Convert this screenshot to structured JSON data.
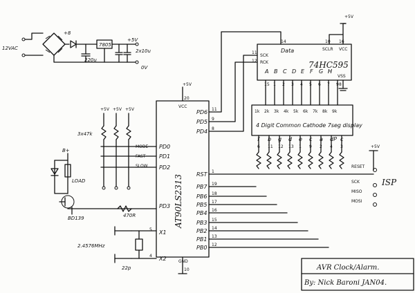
{
  "power": {
    "input": "12VAC",
    "plus": "+8",
    "reg": "7805",
    "out": "+5V",
    "cap1": "220u",
    "cap2": "2x10u",
    "gnd": "0V"
  },
  "shift": {
    "chip": "74HC595",
    "data": "Data",
    "sck": "SCK",
    "rck": "RCK",
    "pins": [
      "A",
      "B",
      "C",
      "D",
      "E",
      "F",
      "G",
      "H"
    ],
    "hbar": "H",
    "vss": "VSS",
    "vcc": "VCC",
    "sclr": "SCLR",
    "vplus": "+5V",
    "pin14": "14",
    "pin11": "11",
    "pin12": "12",
    "pin10": "10",
    "pin16": "16",
    "pin8": "8",
    "outpins": [
      "15",
      "1",
      "2",
      "3",
      "4",
      "5",
      "6",
      "7",
      "9"
    ]
  },
  "display": {
    "label": "4 Digit Common Cathode 7seg display",
    "res": [
      "1k",
      "2k",
      "3k",
      "4k",
      "5k",
      "6k",
      "7k",
      "8k",
      "9k"
    ],
    "segs": [
      "f",
      "b",
      "g",
      "d",
      "e",
      "c",
      "a",
      "dP",
      "c"
    ],
    "segnums": [
      "6",
      "11",
      "12",
      "13",
      "1",
      "9",
      "2",
      "4",
      "3"
    ],
    "vplus": "+5V"
  },
  "mcu": {
    "name": "AT90LS2313",
    "vcc": "VCC",
    "vplus": "+5V",
    "gnd": "GND",
    "pin20": "20",
    "pin10": "10",
    "left": [
      "PD0",
      "PD1",
      "PD2",
      "PD3",
      "X1",
      "X2"
    ],
    "leftnums": [
      "",
      "",
      "",
      "",
      "5",
      "4"
    ],
    "right": [
      "PD6",
      "PD5",
      "PD4",
      "RST",
      "PB7",
      "PB6",
      "PB5",
      "PB4",
      "PB3",
      "PB2",
      "PB1",
      "PB0"
    ],
    "rightnums": [
      "11",
      "9",
      "8",
      "1",
      "19",
      "18",
      "17",
      "16",
      "15",
      "14",
      "13",
      "12"
    ]
  },
  "inputs": {
    "res": "3x47k",
    "vplus": [
      "+5V",
      "+5V",
      "+5V"
    ],
    "labels": [
      "MODE",
      "FAST",
      "SLOW"
    ],
    "bplus": "B+",
    "load": "LOAD",
    "transistor": "BD139",
    "rbase": "470R",
    "xtal": "2.4576MHz",
    "cap": "22p"
  },
  "isp": {
    "title": "ISP",
    "vplus": "+5V",
    "lines": [
      "RESET",
      "SCK",
      "MISO",
      "MOSI"
    ]
  },
  "titleblock": {
    "title": "AVR Clock/Alarm.",
    "by": "By: Nick Baroni   JAN04."
  }
}
